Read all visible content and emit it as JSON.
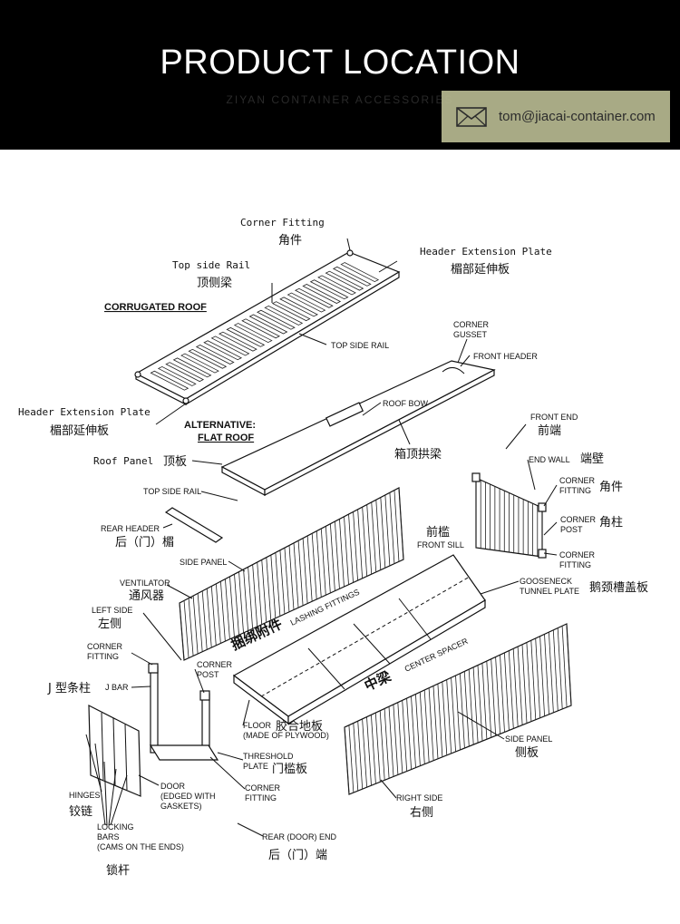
{
  "banner": {
    "title": "PRODUCT LOCATION",
    "subtitle": "ZIYAN CONTAINER ACCESSORIES",
    "email": "tom@jiacai-container.com",
    "email_icon": "envelope-icon",
    "background_color": "#000000",
    "email_box_color": "#b7b991"
  },
  "labels": {
    "corner_fitting_top": "Corner Fitting",
    "corner_fitting_top_zh": "角件",
    "top_side_rail": "Top side Rail",
    "top_side_rail_zh": "顶侧梁",
    "header_ext_plate_right": "Header Extension Plate",
    "header_ext_plate_right_zh": "楣部延伸板",
    "corrugated_roof": "CORRUGATED ROOF",
    "top_side_rail_caps": "TOP SIDE RAIL",
    "corner_gusset_1": "CORNER",
    "corner_gusset_2": "GUSSET",
    "front_header": "FRONT HEADER",
    "header_ext_plate_left": "Header Extension Plate",
    "header_ext_plate_left_zh": "楣部延伸板",
    "alternative": "ALTERNATIVE:",
    "flat_roof": "FLAT ROOF",
    "roof_bow": "ROOF BOW",
    "roof_bow_zh": "箱顶拱梁",
    "roof_panel": "Roof Panel",
    "roof_panel_zh": "顶板",
    "front_end": "FRONT END",
    "front_end_zh": "前端",
    "end_wall": "END WALL",
    "end_wall_zh": "端壁",
    "corner_fitting_fe_1": "CORNER",
    "corner_fitting_fe_2": "FITTING",
    "corner_fitting_fe_zh": "角件",
    "corner_post_fe_1": "CORNER",
    "corner_post_fe_2": "POST",
    "corner_post_fe_zh": "角柱",
    "corner_fitting_fe2_1": "CORNER",
    "corner_fitting_fe2_2": "FITTING",
    "top_side_rail_2": "TOP SIDE RAIL",
    "rear_header": "REAR HEADER",
    "rear_header_zh": "后（门）楣",
    "front_sill_zh": "前槛",
    "front_sill": "FRONT SILL",
    "side_panel": "SIDE PANEL",
    "ventilator": "VENTILATOR",
    "ventilator_zh": "通风器",
    "gooseneck_1": "GOOSENECK",
    "gooseneck_2": "TUNNEL PLATE",
    "gooseneck_zh": "鹅颈槽盖板",
    "left_side": "LEFT SIDE",
    "left_side_zh": "左侧",
    "lashing_zh": "捆绑附件",
    "lashing": "LASHING FITTINGS",
    "corner_fitting_l_1": "CORNER",
    "corner_fitting_l_2": "FITTING",
    "corner_post_l_1": "CORNER",
    "corner_post_l_2": "POST",
    "center_spacer_zh": "中梁",
    "center_spacer": "CENTER SPACER",
    "j_bar_zh": "J 型条柱",
    "j_bar": "J BAR",
    "floor_1": "FLOOR",
    "floor_2": "(MADE OF PLYWOOD)",
    "floor_zh": "胶合地板",
    "side_panel_r": "SIDE PANEL",
    "side_panel_r_zh": "侧板",
    "threshold_1": "THRESHOLD",
    "threshold_2": "PLATE",
    "threshold_zh": "门槛板",
    "hinges": "HINGES",
    "hinges_zh": "铰链",
    "door_1": "DOOR",
    "door_2": "(EDGED WITH",
    "door_3": "GASKETS)",
    "corner_fitting_b_1": "CORNER",
    "corner_fitting_b_2": "FITTING",
    "right_side": "RIGHT SIDE",
    "right_side_zh": "右侧",
    "locking_1": "LOCKING",
    "locking_2": "BARS",
    "locking_3": "(CAMS ON THE ENDS)",
    "locking_zh": "锁杆",
    "rear_end": "REAR (DOOR) END",
    "rear_end_zh": "后（门）端"
  }
}
